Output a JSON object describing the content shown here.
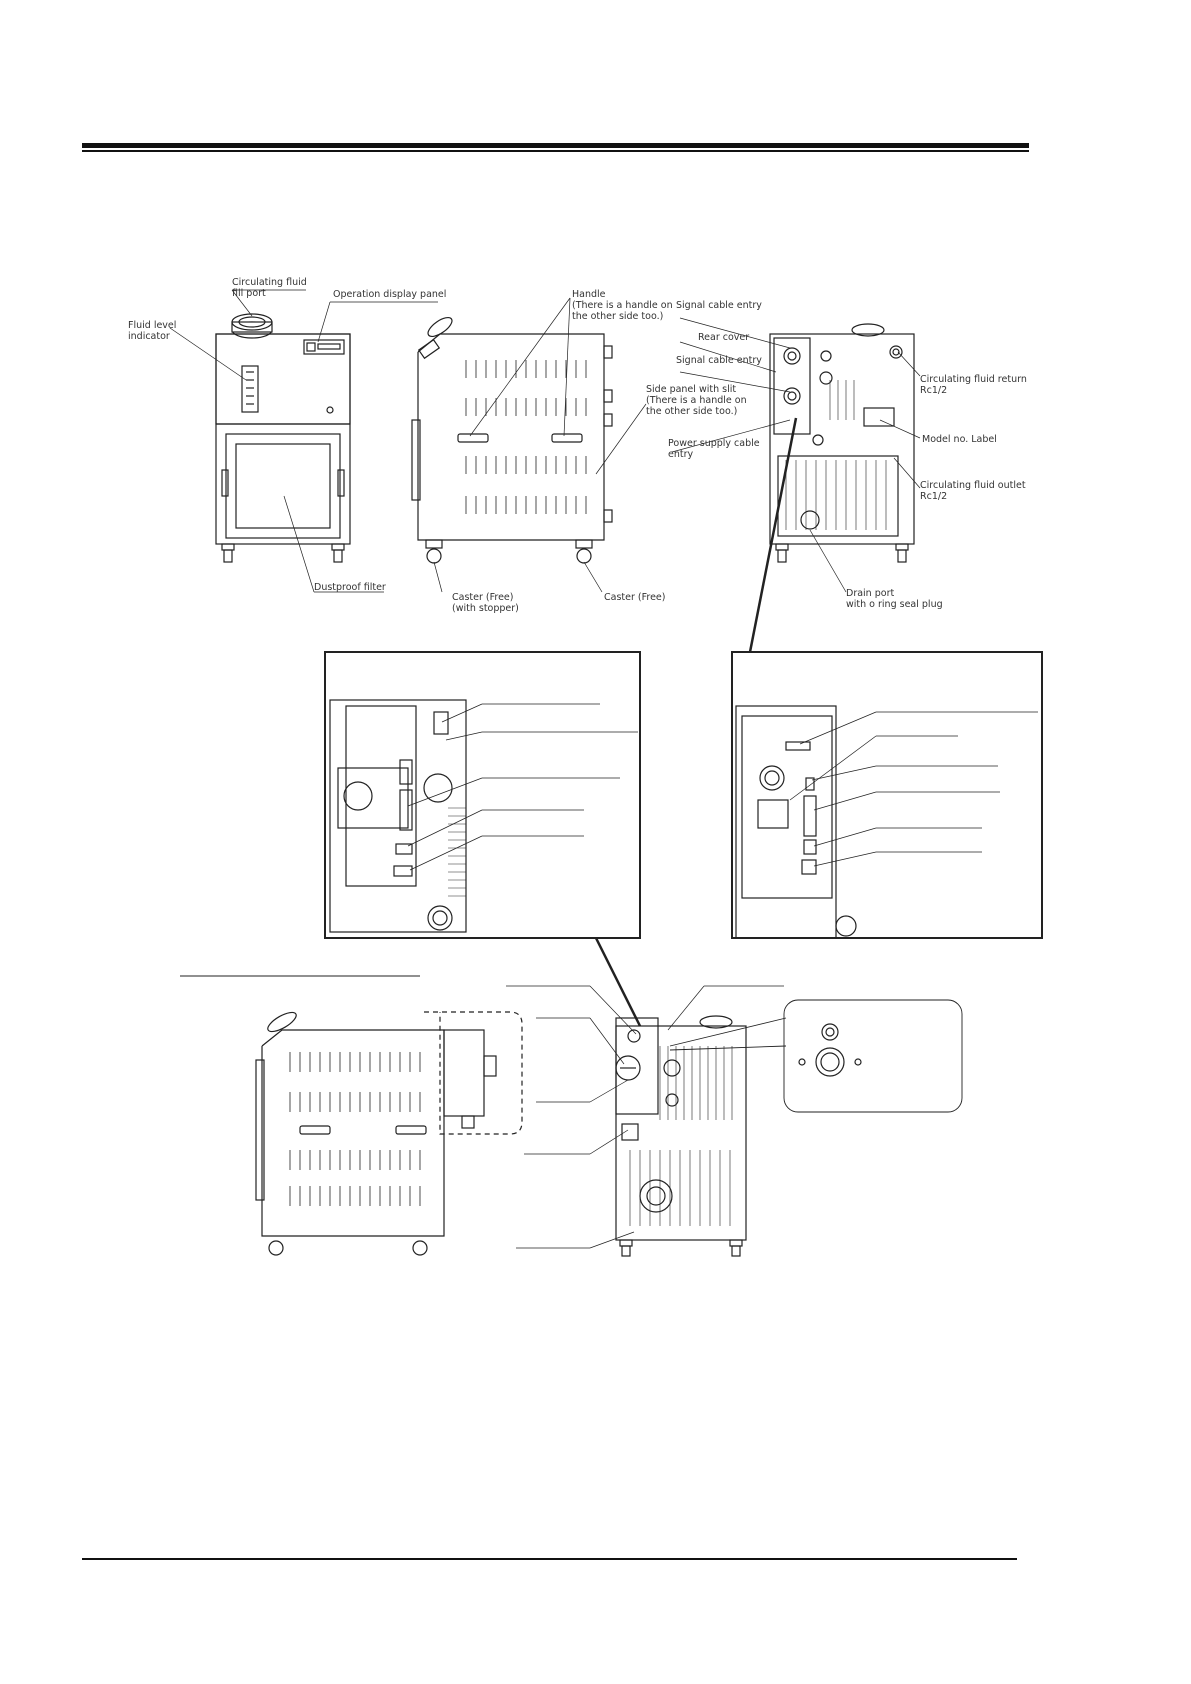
{
  "labels": {
    "fill_port": [
      "Circulating fluid",
      "fill port"
    ],
    "operation_panel": "Operation display panel",
    "fluid_level": [
      "Fluid level",
      "indicator"
    ],
    "dustproof_filter": "Dustproof filter",
    "handle": [
      "Handle",
      "(There is a handle on",
      "the other side too.)"
    ],
    "side_panel": [
      "Side panel with slit",
      "(There is a handle on",
      "the other side too.)"
    ],
    "caster_stopper": [
      "Caster (Free)",
      "(with stopper)"
    ],
    "caster_free": "Caster (Free)",
    "signal_cable_entry_1": "Signal cable entry",
    "rear_cover": "Rear cover",
    "signal_cable_entry_2": "Signal cable entry",
    "power_supply_entry": [
      "Power supply cable",
      "entry"
    ],
    "fluid_return": [
      "Circulating fluid return",
      "Rc1/2"
    ],
    "model_label": "Model no. Label",
    "fluid_outlet": [
      "Circulating fluid outlet",
      "Rc1/2"
    ],
    "drain_port": [
      "Drain port",
      "with o ring seal plug"
    ]
  },
  "colors": {
    "ink": "#222222",
    "rule": "#111111",
    "label": "#333333"
  }
}
